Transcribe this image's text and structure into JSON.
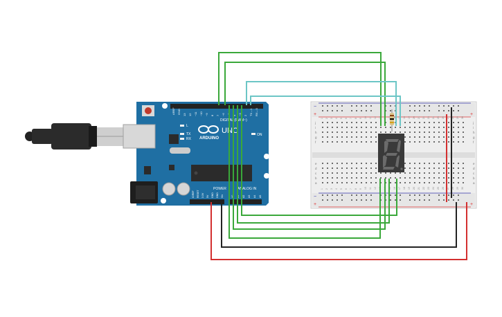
{
  "canvas": {
    "background": "#ffffff"
  },
  "arduino": {
    "logo_text": "ARDUINO",
    "model": "UNO",
    "digital_label": "DIGITAL (PWM~)",
    "power_label": "POWER",
    "analog_label": "ANALOG IN",
    "aref": "AREF",
    "gnd": "GND",
    "tx": "TX",
    "rx": "RX",
    "on": "ON",
    "l": "L",
    "digital_pins": [
      "13",
      "12",
      "~11",
      "~10",
      "~9",
      "8",
      "7",
      "~6",
      "~5",
      "4",
      "~3",
      "2",
      "TX→1",
      "RX←0"
    ],
    "power_pins": [
      "IOREF",
      "RESET",
      "3.3V",
      "5V",
      "GND",
      "GND",
      "Vin"
    ],
    "analog_pins": [
      "A0",
      "A1",
      "A2",
      "A3",
      "A4",
      "A5"
    ],
    "colors": {
      "board": "#1f6fa3",
      "board_dark": "#18577f",
      "header": "#222222",
      "chip": "#2b2b2b",
      "reset": "#c0392b"
    }
  },
  "breadboard": {
    "row_letters_top": [
      "j",
      "i",
      "h",
      "g",
      "f"
    ],
    "row_letters_bottom": [
      "e",
      "d",
      "c",
      "b",
      "a"
    ],
    "plus": "+",
    "minus": "−",
    "column_numbers": [
      "1",
      "2",
      "3",
      "4",
      "5",
      "6",
      "7",
      "8",
      "9",
      "10",
      "11",
      "12",
      "13",
      "14",
      "15",
      "16",
      "17",
      "18",
      "19",
      "20",
      "21",
      "22",
      "23",
      "24",
      "25",
      "26",
      "27",
      "28",
      "29",
      "30"
    ],
    "colors": {
      "body": "#eeeeee",
      "border": "#cfcfcf",
      "hole": "#6a6a6a",
      "rail_red": "#d33",
      "rail_blue": "#33a"
    }
  },
  "display": {
    "digit": "8",
    "colors": {
      "body": "#3a3a3a",
      "segment_off": "#6b6b6b"
    }
  },
  "resistor": {
    "colors": {
      "body": "#d9c38a",
      "bands": [
        "#8b4513",
        "#000000",
        "#d4a017"
      ]
    }
  },
  "usb_cable": {
    "colors": {
      "plug": "#2b2b2b",
      "connector": "#cfcfcf"
    }
  },
  "wires": {
    "colors": {
      "green": "#3aa83a",
      "cyan": "#6cc6c6",
      "red": "#d32f2f",
      "black": "#222222"
    }
  }
}
